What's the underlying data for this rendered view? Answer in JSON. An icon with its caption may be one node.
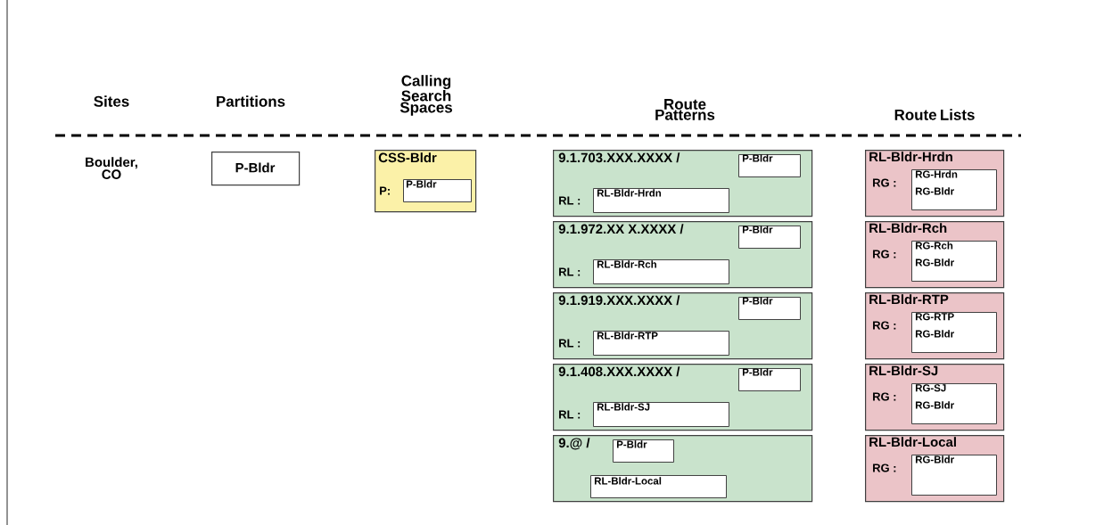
{
  "diagram": {
    "nodes": [
      {
        "text": [
          "P-Bldr"
        ]
      },
      {
        "text": [
          "CSS-Bldr",
          "P:"
        ]
      },
      {
        "text": [
          "P-Bldr"
        ],
        "in": 1
      },
      {
        "text": [
          "9.1.703.XXX.XXXX /",
          "RL :"
        ]
      },
      {
        "text": [
          "P-Bldr"
        ],
        "in": 3
      },
      {
        "text": [
          "RL-Bldr-Hrdn"
        ],
        "in": 3
      },
      {
        "text": [
          "RL-Bldr-Hrdn",
          "RG :"
        ]
      },
      {
        "text": [
          "RG-Hrdn",
          "RG-Bldr"
        ],
        "in": 6
      },
      {
        "text": [
          "9.1.972.XX X.XXXX /",
          "RL :"
        ]
      },
      {
        "text": [
          "P-Bldr"
        ],
        "in": 8
      },
      {
        "text": [
          "RL-Bldr-Rch"
        ],
        "in": 8
      },
      {
        "text": [
          "RL-Bldr-Rch",
          "RG :"
        ]
      },
      {
        "text": [
          "RG-Rch",
          "RG-Bldr"
        ],
        "in": 11
      },
      {
        "text": [
          "9.1.919.XXX.XXXX /",
          "RL :"
        ]
      },
      {
        "text": [
          "P-Bldr"
        ],
        "in": 13
      },
      {
        "text": [
          "RL-Bldr-RTP"
        ],
        "in": 13
      },
      {
        "text": [
          "RL-Bldr-RTP",
          "RG :"
        ]
      },
      {
        "text": [
          "RG-RTP",
          "RG-Bldr"
        ],
        "in": 16
      },
      {
        "text": [
          "9.1.408.XXX.XXXX /",
          "RL :"
        ]
      },
      {
        "text": [
          "P-Bldr"
        ],
        "in": 18
      },
      {
        "text": [
          "RL-Bldr-SJ"
        ],
        "in": 18
      },
      {
        "text": [
          "RL-Bldr-SJ",
          "RG :"
        ]
      },
      {
        "text": [
          "RG-SJ",
          "RG-Bldr"
        ],
        "in": 21
      },
      {
        "text": [
          "9.@ /"
        ]
      },
      {
        "text": [
          "P-Bldr"
        ],
        "in": 23
      },
      {
        "text": [
          "RL-Bldr-Local"
        ],
        "in": 23
      },
      {
        "text": [
          "RL-Bldr-Local",
          "RG :"
        ]
      },
      {
        "text": [
          "RG-Bldr"
        ],
        "in": 26
      }
    ],
    "labels": [
      "Sites",
      "Partitions",
      "Calling Search Spaces",
      "Route Patterns",
      "Route Lists",
      "Boulder, CO"
    ]
  }
}
